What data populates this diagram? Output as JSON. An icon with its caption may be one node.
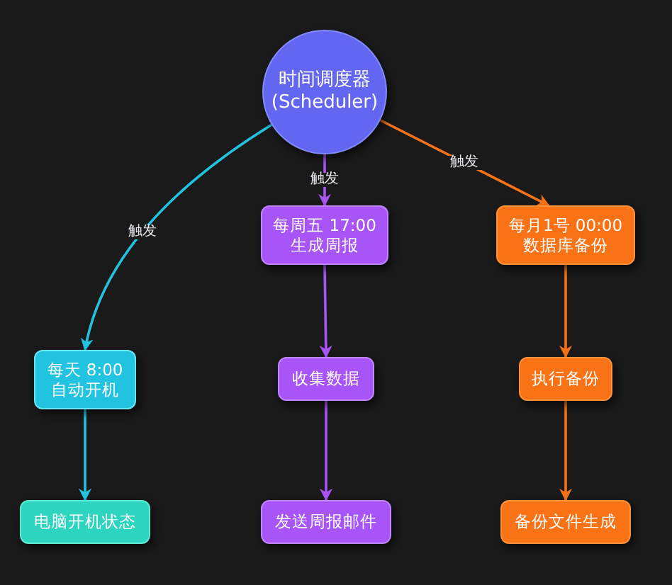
{
  "diagram": {
    "nodes": [
      {
        "text": [
          "时间调度器",
          "(Scheduler)"
        ]
      },
      {
        "text": [
          "每天 8:00 自动开机"
        ]
      },
      {
        "text": [
          "每周五 17:00 生成周报"
        ]
      },
      {
        "text": [
          "每月1号 00:00 数据库备份"
        ]
      },
      {
        "text": [
          "收集数据"
        ]
      },
      {
        "text": [
          "执行备份"
        ]
      },
      {
        "text": [
          "电脑开机状态"
        ]
      },
      {
        "text": [
          "发送周报邮件"
        ]
      },
      {
        "text": [
          "备份文件生成"
        ]
      }
    ],
    "edges": [
      {
        "from": 0,
        "to": 1,
        "arrow": "to",
        "label": "触发",
        "color": "#22c3e0"
      },
      {
        "from": 0,
        "to": 2,
        "arrow": "to",
        "label": "触发",
        "color": "#a855f7"
      },
      {
        "from": 0,
        "to": 3,
        "arrow": "to",
        "label": "触发",
        "color": "#f97316"
      },
      {
        "from": 1,
        "to": 6,
        "arrow": "to",
        "color": "#22c3e0"
      },
      {
        "from": 2,
        "to": 4,
        "arrow": "to",
        "color": "#a855f7"
      },
      {
        "from": 4,
        "to": 7,
        "arrow": "to",
        "color": "#a855f7"
      },
      {
        "from": 3,
        "to": 5,
        "arrow": "to",
        "color": "#f97316"
      },
      {
        "from": 5,
        "to": 8,
        "arrow": "to",
        "color": "#f97316"
      }
    ]
  }
}
